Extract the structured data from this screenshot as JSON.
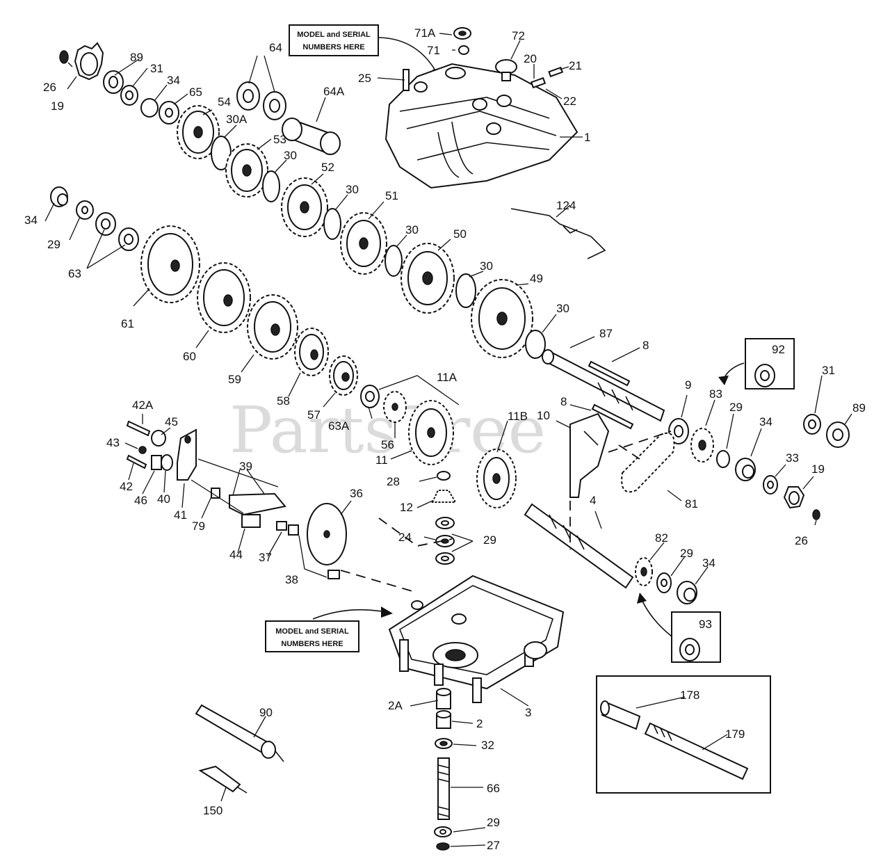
{
  "watermark": "PartsTree",
  "notes": {
    "top_line1": "MODEL and SERIAL",
    "top_line2": "NUMBERS HERE",
    "bottom_line1": "MODEL and SERIAL",
    "bottom_line2": "NUMBERS HERE"
  },
  "labels": {
    "l1": "1",
    "l2": "2",
    "l2A": "2A",
    "l3": "3",
    "l4": "4",
    "l8a": "8",
    "l8b": "8",
    "l9": "9",
    "l10": "10",
    "l11": "11",
    "l11A": "11A",
    "l11B": "11B",
    "l12": "12",
    "l19a": "19",
    "l19b": "19",
    "l20": "20",
    "l21": "21",
    "l22": "22",
    "l24": "24",
    "l25": "25",
    "l26a": "26",
    "l26b": "26",
    "l27": "27",
    "l28": "28",
    "l29a": "29",
    "l29b": "29",
    "l29c": "29",
    "l29d": "29",
    "l29e": "29",
    "l30a": "30",
    "l30b": "30",
    "l30c": "30",
    "l30d": "30",
    "l30e": "30",
    "l30A": "30A",
    "l31a": "31",
    "l31b": "31",
    "l32": "32",
    "l33": "33",
    "l34a": "34",
    "l34b": "34",
    "l34c": "34",
    "l34d": "34",
    "l36": "36",
    "l37": "37",
    "l38": "38",
    "l39": "39",
    "l40": "40",
    "l41": "41",
    "l42": "42",
    "l42A": "42A",
    "l43": "43",
    "l44": "44",
    "l45": "45",
    "l46": "46",
    "l49": "49",
    "l50": "50",
    "l51": "51",
    "l52": "52",
    "l53": "53",
    "l54": "54",
    "l56": "56",
    "l57": "57",
    "l58": "58",
    "l59": "59",
    "l60": "60",
    "l61": "61",
    "l63": "63",
    "l63A": "63A",
    "l64": "64",
    "l64A": "64A",
    "l65": "65",
    "l66": "66",
    "l71": "71",
    "l71A": "71A",
    "l72": "72",
    "l79": "79",
    "l81": "81",
    "l82": "82",
    "l83": "83",
    "l87": "87",
    "l89a": "89",
    "l89b": "89",
    "l90": "90",
    "l92": "92",
    "l93": "93",
    "l124": "124",
    "l150": "150",
    "l178": "178",
    "l179": "179"
  }
}
